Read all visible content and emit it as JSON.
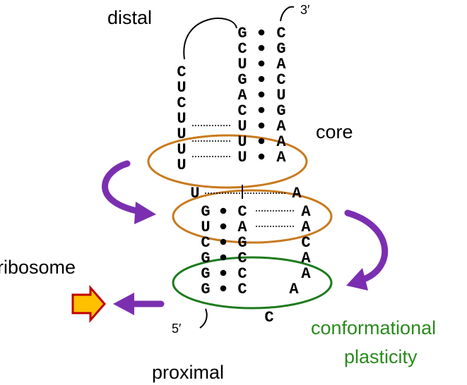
{
  "labels": {
    "distal": "distal",
    "proximal": "proximal",
    "core": "core",
    "ribosome": "ribosome",
    "conformational": "conformational",
    "plasticity": "plasticity",
    "three_prime": "3′",
    "five_prime": "5′"
  },
  "colors": {
    "orange_ellipse": "#c87a1e",
    "green_ellipse": "#1e7a1e",
    "green_text": "#2a8a1e",
    "purple_arrow": "#7b2fb0",
    "ribosome_arrow_fill": "#ffc000",
    "ribosome_arrow_stroke": "#c00000"
  },
  "icons": {
    "ribosome_arrow": "block-arrow-right-icon",
    "cycle_arrows": "curved-arrow-icon",
    "exit_arrow": "arrow-left-icon"
  },
  "loop_column": [
    "C",
    "U",
    "C",
    "U",
    "U",
    "U",
    "U"
  ],
  "upper_stem": [
    {
      "left": "G",
      "right": "C"
    },
    {
      "left": "C",
      "right": "G"
    },
    {
      "left": "U",
      "right": "A"
    },
    {
      "left": "G",
      "right": "C"
    },
    {
      "left": "A",
      "right": "U"
    },
    {
      "left": "C",
      "right": "G"
    },
    {
      "left": "U",
      "right": "A"
    },
    {
      "left": "U",
      "right": "A"
    },
    {
      "left": "U",
      "right": "A"
    }
  ],
  "bulge": {
    "left": "U",
    "right": "A"
  },
  "lower_stem": [
    {
      "left": "G",
      "right": "C",
      "far": "A"
    },
    {
      "left": "U",
      "right": "A",
      "far": "A"
    },
    {
      "left": "C",
      "right": "G",
      "far": "C"
    },
    {
      "left": "G",
      "right": "C",
      "far": "A"
    },
    {
      "left": "G",
      "right": "C",
      "far": "A"
    },
    {
      "left": "G",
      "right": "C",
      "far": "A"
    }
  ],
  "tail": "C"
}
